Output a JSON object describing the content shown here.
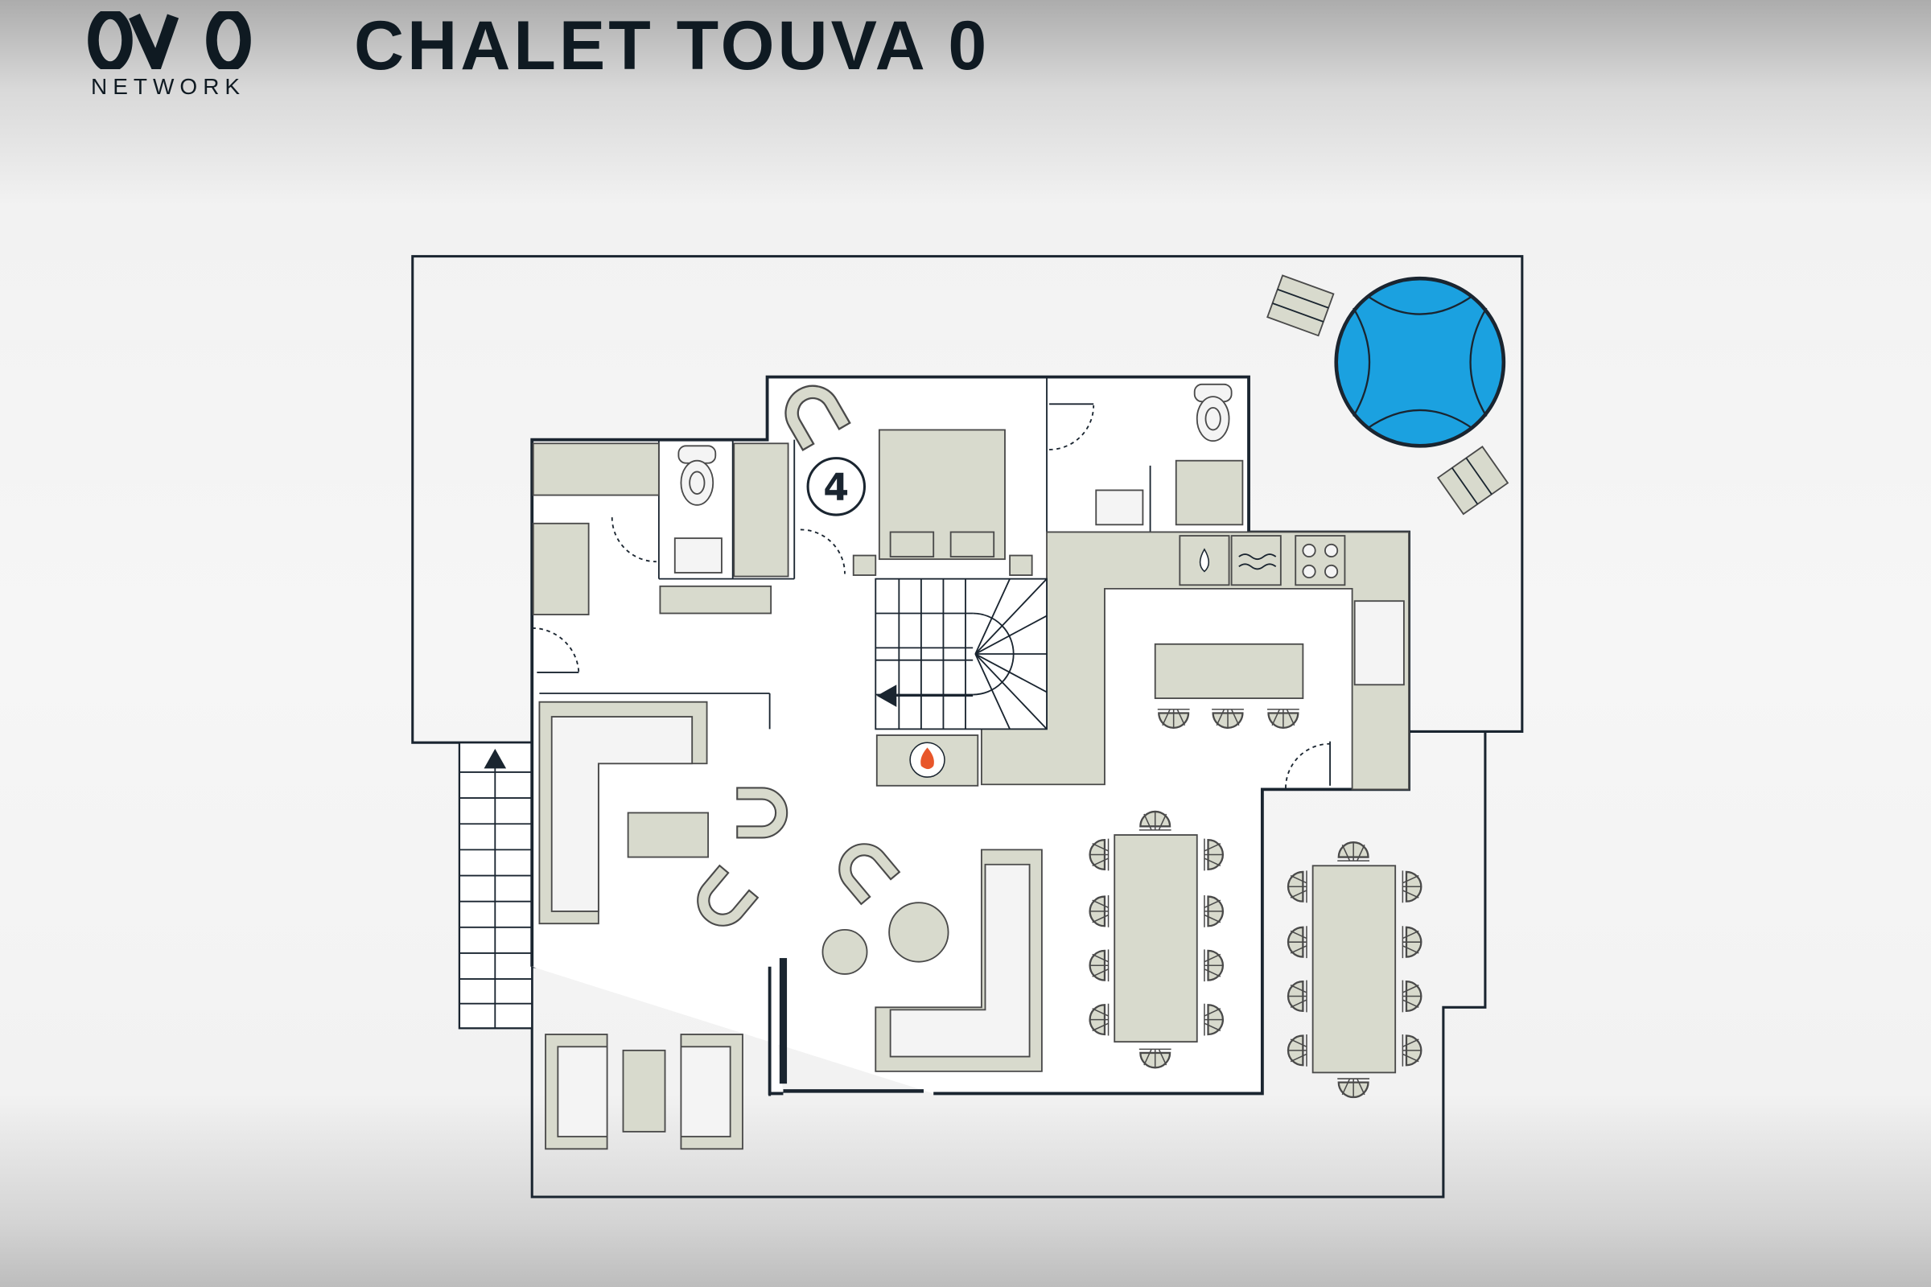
{
  "header": {
    "title": "CHALET TOUVA 0",
    "logo_text": "NETWORK"
  },
  "plan": {
    "bedroom_badge": "4"
  },
  "colors": {
    "wall": "#1a2530",
    "furniture": "#d8dacd",
    "hot_tub": "#1ba1e0",
    "flame": "#e8562a"
  }
}
